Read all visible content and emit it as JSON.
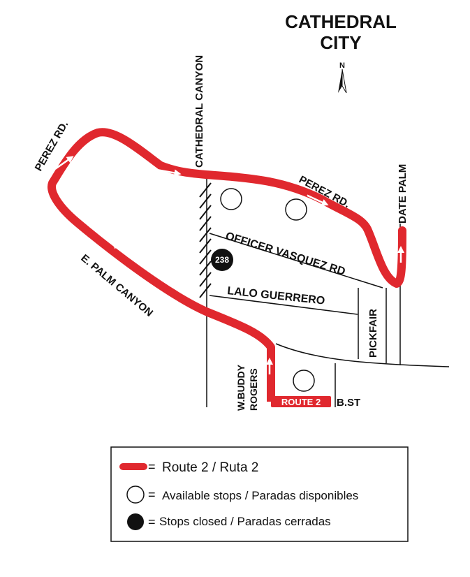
{
  "map": {
    "title_line1": "CATHEDRAL",
    "title_line2": "CITY",
    "north_label": "N",
    "streets": {
      "cathedral_canyon": "CATHEDRAL CANYON",
      "perez_rd_west": "PEREZ RD.",
      "perez_rd_east": "PEREZ RD.",
      "date_palm": "DATE PALM",
      "officer_vasquez": "OFFICER VASQUEZ RD",
      "lalo_guerrero": "LALO GUERRERO",
      "pickfair": "PICKFAIR",
      "e_palm_canyon": "E. PALM CANYON",
      "w_buddy_line1": "W.BUDDY",
      "w_buddy_line2": "ROGERS",
      "b_st": "B.ST"
    },
    "route_badge": "ROUTE 2",
    "closed_stop_number": "238",
    "route_color": "#e0282e"
  },
  "legend": {
    "route": "Route 2 / Ruta 2",
    "available": "Available stops / Paradas disponibles",
    "closed": "Stops closed / Paradas cerradas"
  }
}
